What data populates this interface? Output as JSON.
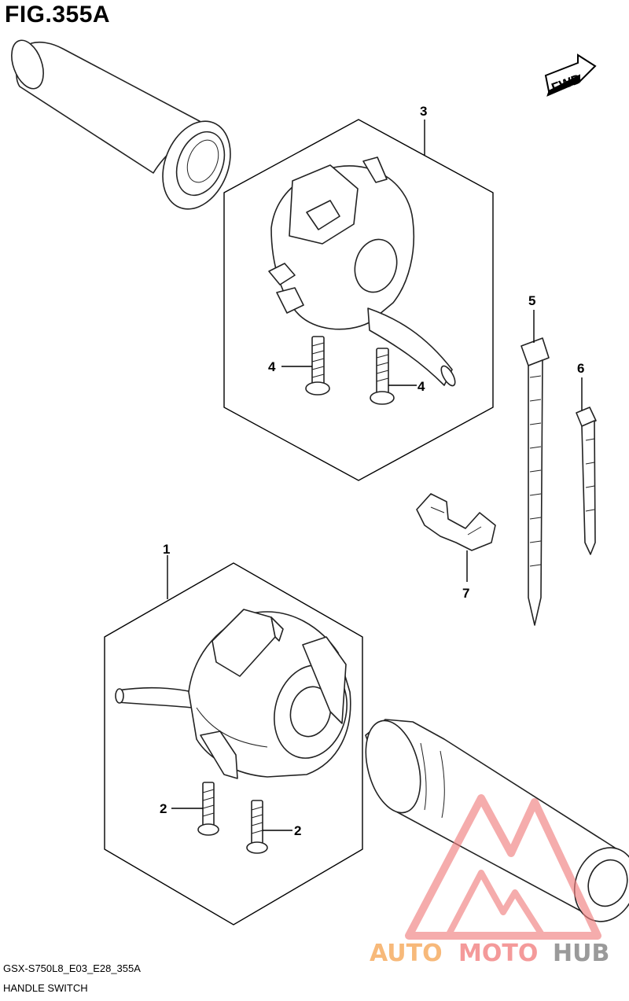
{
  "figure": {
    "title": "FIG.355A",
    "code": "GSX-S750L8_E03_E28_355A",
    "name": "HANDLE SWITCH",
    "fwd_label": "FWD"
  },
  "callouts": {
    "c1": "1",
    "c2a": "2",
    "c2b": "2",
    "c3": "3",
    "c4a": "4",
    "c4b": "4",
    "c5": "5",
    "c6": "6",
    "c7": "7"
  },
  "watermark": {
    "part1": "AUTO",
    "part2": "MOTO",
    "part3": "HUB",
    "color_auto": "#f7b97a",
    "color_moto": "#f49a9a",
    "color_hub": "#9a9a9a",
    "logo_color": "#f08080"
  }
}
